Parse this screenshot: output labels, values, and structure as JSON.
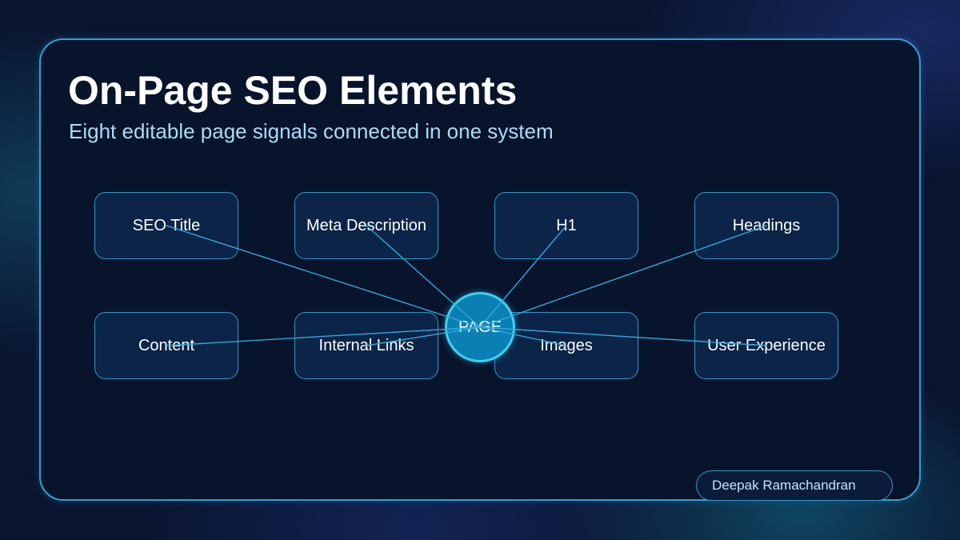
{
  "title": "On-Page SEO Elements",
  "subtitle": "Eight editable page signals connected in one system",
  "hub": {
    "label": "PAGE"
  },
  "nodes": [
    {
      "label": "SEO Title"
    },
    {
      "label": "Meta Description"
    },
    {
      "label": "H1"
    },
    {
      "label": "Headings"
    },
    {
      "label": "Content"
    },
    {
      "label": "Internal Links"
    },
    {
      "label": "Images"
    },
    {
      "label": "User Experience"
    }
  ],
  "author": "Deepak Ramachandran",
  "colors": {
    "background": "#0a1530",
    "card": "#08142b",
    "accent": "#2e9fd8",
    "node_fill": "#0b2448",
    "hub_fill": "#0a7fb3",
    "hub_border": "#3fd0f0",
    "title": "#ffffff",
    "subtitle": "#a9dcf4"
  }
}
